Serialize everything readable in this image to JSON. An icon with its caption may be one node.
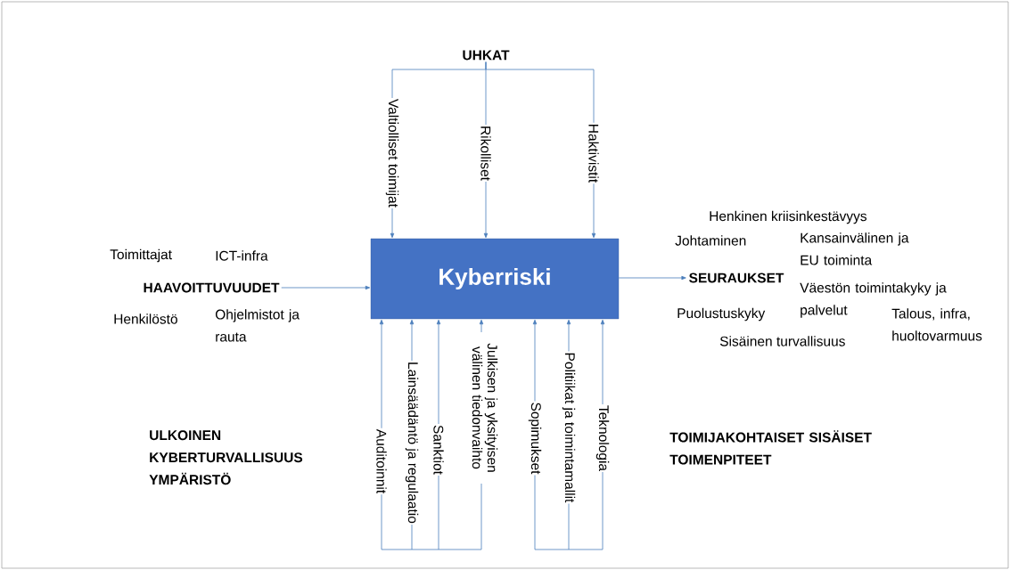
{
  "diagram": {
    "nodes": [
      {
        "text": [
          "Kyberriski"
        ]
      },
      {
        "text": [
          "UHKAT"
        ]
      },
      {
        "text": [
          "HAAVOITTUVUUDET"
        ]
      },
      {
        "text": [
          "SEURAUKSET"
        ]
      }
    ],
    "edges": [
      {
        "from": 1,
        "to": 0,
        "arrow": "to",
        "label": "Valtiolliset toimijat"
      },
      {
        "from": 1,
        "to": 0,
        "arrow": "to",
        "label": "Rikolliset"
      },
      {
        "from": 1,
        "to": 0,
        "arrow": "to",
        "label": "Haktivistit"
      },
      {
        "from": 2,
        "to": 0,
        "arrow": "to"
      },
      {
        "from": 0,
        "to": 3,
        "arrow": "to"
      },
      {
        "from": null,
        "to": 0,
        "arrow": "to",
        "label": "Auditoinnit"
      },
      {
        "from": null,
        "to": 0,
        "arrow": "to",
        "label": "Lainsäädäntö ja regulaatio"
      },
      {
        "from": null,
        "to": 0,
        "arrow": "to",
        "label": "Sanktiot"
      },
      {
        "from": null,
        "to": 0,
        "arrow": "to",
        "label": "Julkisen ja yksityisen välinen tiedonvaihto"
      },
      {
        "from": null,
        "to": 0,
        "arrow": "to",
        "label": "Sopimukset"
      },
      {
        "from": null,
        "to": 0,
        "arrow": "to",
        "label": "Politiikat ja toimintamallit"
      },
      {
        "from": null,
        "to": 0,
        "arrow": "to",
        "label": "Teknologia"
      }
    ],
    "labels": [
      "Toimittajat",
      "ICT-infra",
      "Henkilöstö",
      "Ohjelmistot ja rauta",
      "Henkinen kriisinkestävyys",
      "Johtaminen",
      "Kansainvälinen ja EU toiminta",
      "Väestön toimintakyky ja palvelut",
      "Puolustuskyky",
      "Talous, infra, huoltovarmuus",
      "Sisäinen turvallisuus",
      "ULKOINEN KYBERTURVALLISUUS YMPÄRISTÖ",
      "TOIMIJAKOHTAISET SISÄISET TOIMENPITEET"
    ]
  }
}
